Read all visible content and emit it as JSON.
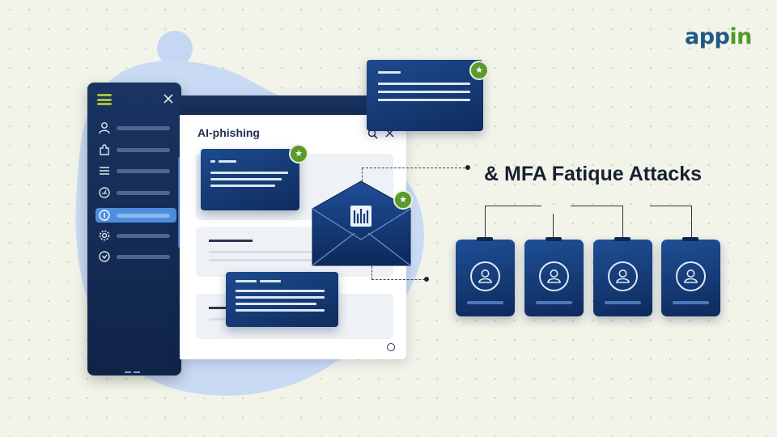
{
  "brand": {
    "logo_part1": "app",
    "logo_part2": "in"
  },
  "window": {
    "title": "AI-phishing"
  },
  "headline": "& MFA Fatique Attacks",
  "sidebar": {
    "items": [
      {
        "icon": "user-icon",
        "active": false
      },
      {
        "icon": "puzzle-icon",
        "active": false
      },
      {
        "icon": "list-icon",
        "active": false
      },
      {
        "icon": "gauge-icon",
        "active": false
      },
      {
        "icon": "info-icon",
        "active": true
      },
      {
        "icon": "gear-icon",
        "active": false
      },
      {
        "icon": "clock-icon",
        "active": false
      }
    ]
  },
  "id_badges": [
    {
      "icon": "user-icon"
    },
    {
      "icon": "user-icon"
    },
    {
      "icon": "user-icon"
    },
    {
      "icon": "user-icon"
    }
  ],
  "colors": {
    "navy": "#12306a",
    "accent_green": "#5b9a2c",
    "active_blue": "#4f8ede",
    "background": "#f2f4ea"
  }
}
